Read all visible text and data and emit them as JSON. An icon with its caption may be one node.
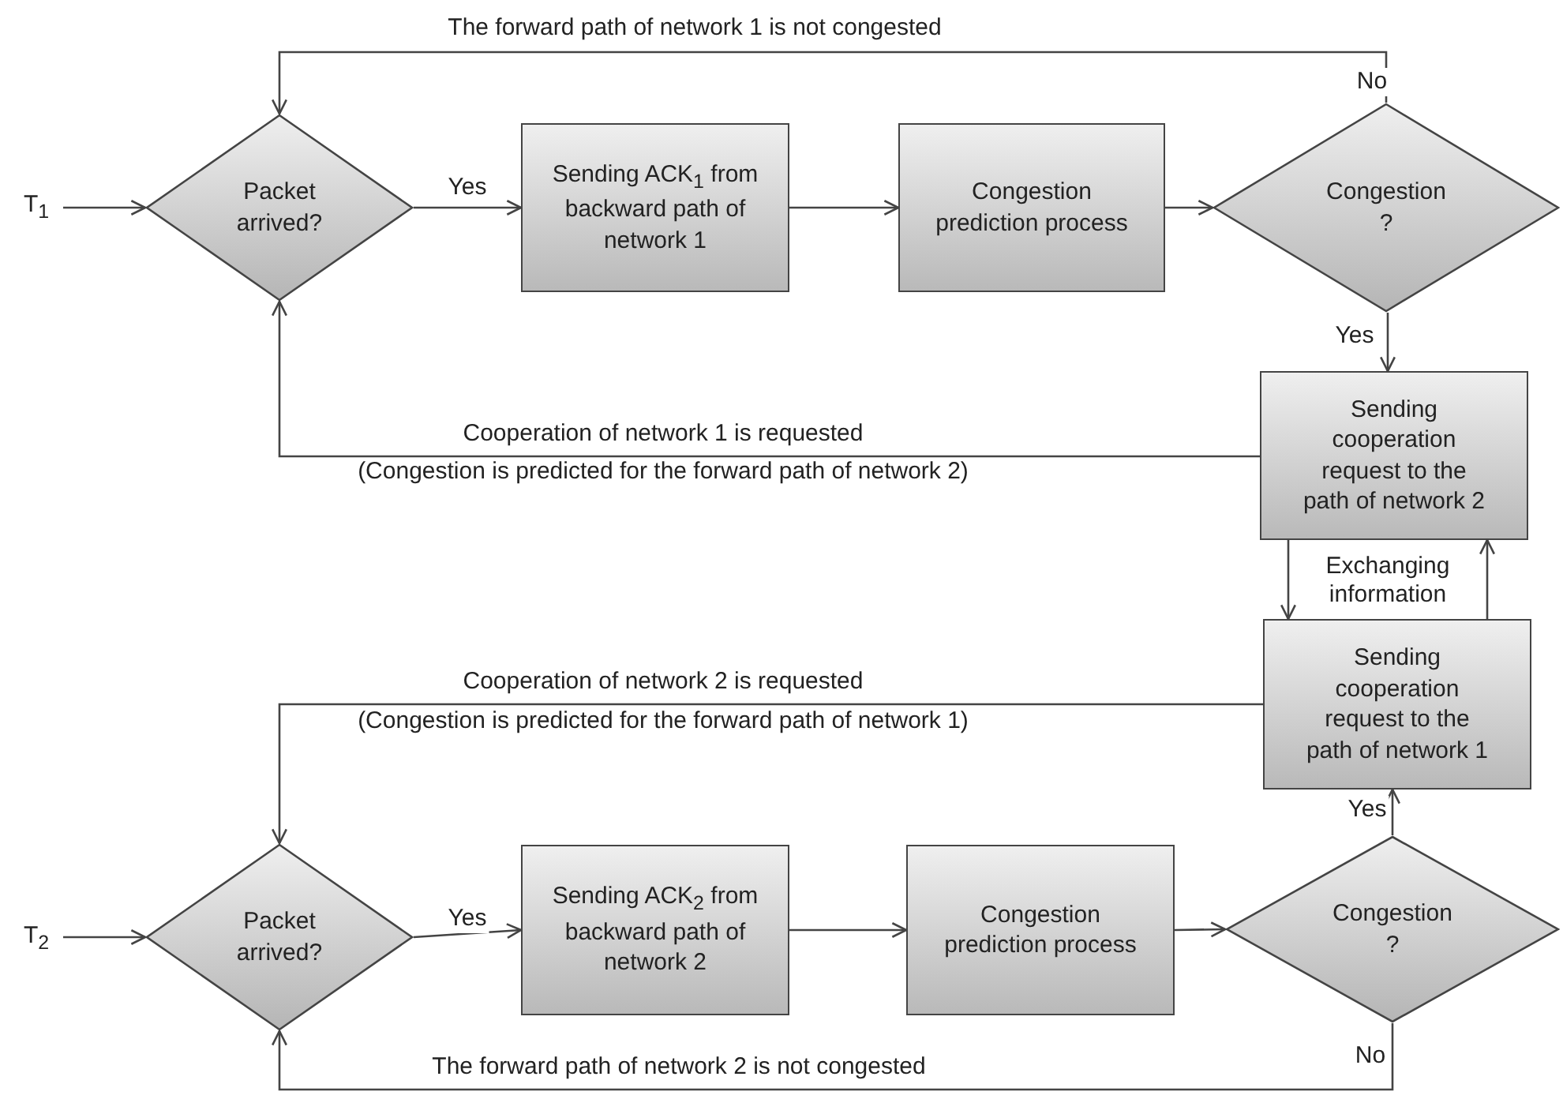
{
  "diagram": {
    "nodes": [
      {
        "text": [
          "T$_{1}$"
        ]
      },
      {
        "text": [
          "Packet arrived?"
        ]
      },
      {
        "text": [
          "Sending ACK$_{1}$ from backward path of network 1"
        ]
      },
      {
        "text": [
          "Congestion prediction process"
        ]
      },
      {
        "text": [
          "Congestion ?"
        ]
      },
      {
        "text": [
          "Sending cooperation request to the path of network 2"
        ]
      },
      {
        "text": [
          "Sending cooperation request to the path of network 1"
        ]
      },
      {
        "text": [
          "T$_{2}$"
        ]
      },
      {
        "text": [
          "Packet arrived?"
        ]
      },
      {
        "text": [
          "Sending ACK$_{2}$ from backward path of network 2"
        ]
      },
      {
        "text": [
          "Congestion prediction process"
        ]
      },
      {
        "text": [
          "Congestion ?"
        ]
      }
    ],
    "edges": [
      {
        "from": 0,
        "to": 1,
        "arrow": "to"
      },
      {
        "from": 1,
        "to": 2,
        "arrow": "to",
        "label": "Yes"
      },
      {
        "from": 2,
        "to": 3,
        "arrow": "to"
      },
      {
        "from": 3,
        "to": 4,
        "arrow": "to"
      },
      {
        "from": 4,
        "to": 1,
        "arrow": "to",
        "label": "The forward path of network 1 is not congested"
      },
      {
        "from": 4,
        "to": 5,
        "arrow": "to",
        "label": "Yes"
      },
      {
        "from": 5,
        "to": 1,
        "arrow": "to",
        "label": "Cooperation of network 1 is requested"
      },
      {
        "from": 5,
        "to": 6,
        "arrow": "to"
      },
      {
        "from": 6,
        "to": 5,
        "arrow": "to"
      },
      {
        "from": 6,
        "to": 8,
        "arrow": "to",
        "label": "Cooperation of network 2 is requested"
      },
      {
        "from": 7,
        "to": 8,
        "arrow": "to"
      },
      {
        "from": 8,
        "to": 9,
        "arrow": "to",
        "label": "Yes"
      },
      {
        "from": 9,
        "to": 10,
        "arrow": "to"
      },
      {
        "from": 10,
        "to": 11,
        "arrow": "to"
      },
      {
        "from": 11,
        "to": 6,
        "arrow": "to",
        "label": "Yes"
      },
      {
        "from": 11,
        "to": 8,
        "arrow": "to",
        "label": "The forward path of network 2 is not congested"
      }
    ],
    "labels": [
      "No",
      "(Congestion is predicted for the forward path of network 2)",
      "Exchanging information",
      "(Congestion is predicted for the forward path of network 1)",
      "No"
    ]
  }
}
